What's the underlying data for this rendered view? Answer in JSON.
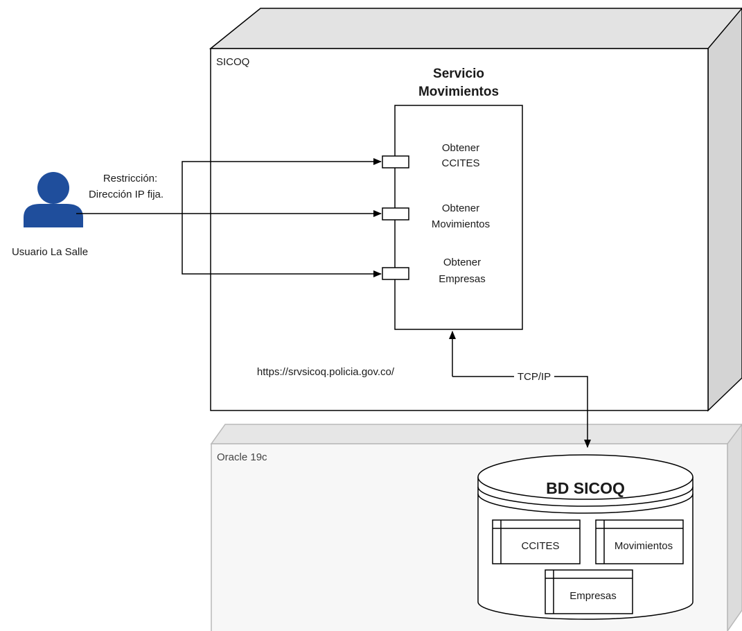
{
  "nodes": {
    "sicoq": {
      "label": "SICOQ"
    },
    "oracle": {
      "label": "Oracle 19c"
    }
  },
  "service": {
    "title_line1": "Servicio",
    "title_line2": "Movimientos",
    "operations": [
      {
        "line1": "Obtener",
        "line2": "CCITES"
      },
      {
        "line1": "Obtener",
        "line2": "Movimientos"
      },
      {
        "line1": "Obtener",
        "line2": "Empresas"
      }
    ]
  },
  "user": {
    "label": "Usuario La Salle"
  },
  "restriction": {
    "line1": "Restricción:",
    "line2": "Dirección IP fija."
  },
  "url": "https://srvsicoq.policia.gov.co/",
  "protocol": "TCP/IP",
  "database": {
    "title": "BD SICOQ",
    "tables": [
      "CCITES",
      "Movimientos",
      "Empresas"
    ]
  },
  "colors": {
    "user_icon": "#1f4e9c",
    "node_side": "#d8d8d8",
    "db_node_face": "#f7f7f7",
    "line": "#000000"
  }
}
